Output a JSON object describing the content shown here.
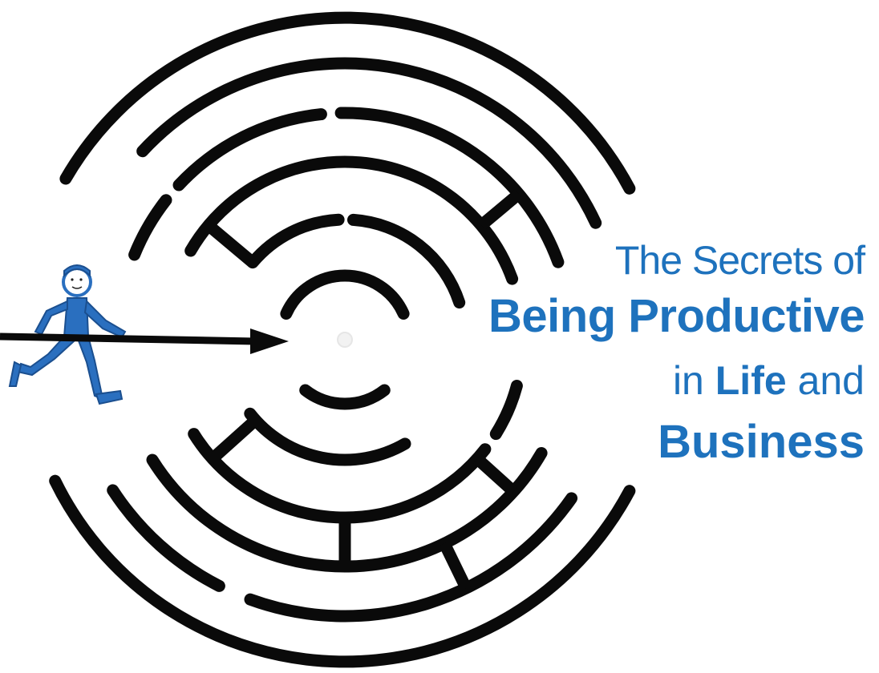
{
  "colors": {
    "maze_stroke": "#0a0a0a",
    "title_blue": "#1e72bd",
    "figure_blue": "#2a6fbf",
    "background": "#ffffff"
  },
  "illustration": {
    "maze": "circular-maze",
    "figure": "running-person-icon",
    "arrow": "arrow-right-icon"
  },
  "title": {
    "line1": "The Secrets of",
    "line2": "Being Productive",
    "line3_a": "in ",
    "line3_b": "Life",
    "line3_c": " and",
    "line4": "Business"
  }
}
